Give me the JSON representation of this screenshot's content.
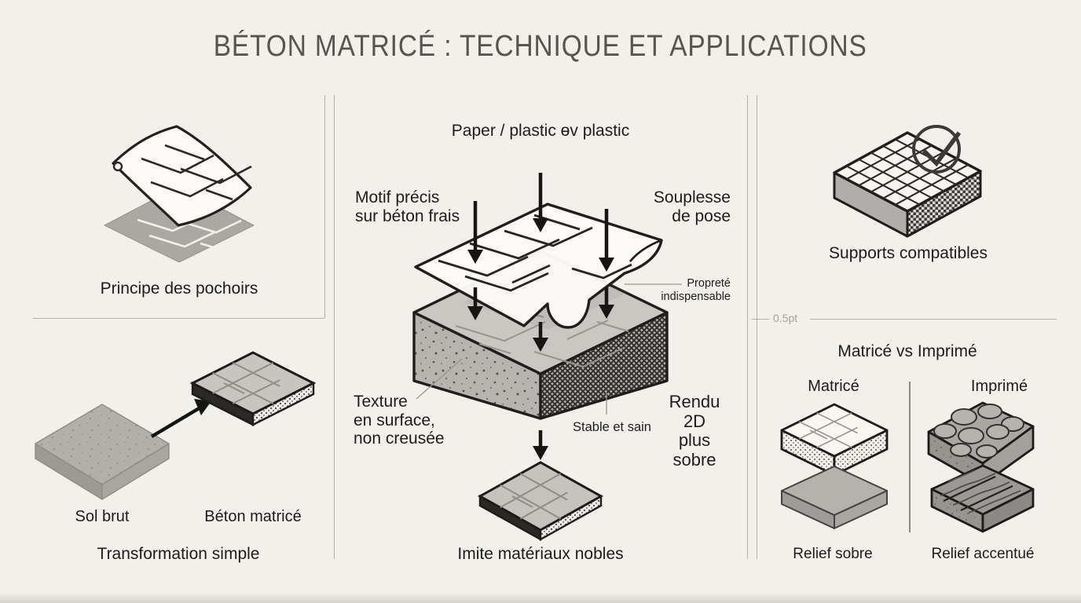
{
  "title": "BÉTON MATRICÉ : TECHNIQUE ET APPLICATIONS",
  "colors": {
    "background": "#f2f0ea",
    "ink": "#1d1c1a",
    "title_gray": "#57554f",
    "divider_gray": "#b3b0a8",
    "muted_label_gray": "#a5a29a",
    "illustration_outline": "#1f1e1c",
    "slab_gray": "#b5b3ae",
    "paper_white": "#fbfaf6"
  },
  "left_column": {
    "stencil_caption": "Principe des pochoirs",
    "before_label": "Sol brut",
    "after_label": "Béton matricé",
    "caption": "Transformation simple"
  },
  "middle_column": {
    "heading": "Paper / plastic ɵv plastic",
    "labels": {
      "motif": "Motif précis\nsur béton frais",
      "souplesse": "Souplesse\nde pose",
      "proprete": "Propreté\nindispensable",
      "texture": "Texture\nen surface,\nnon creusée",
      "stable": "Stable et sain",
      "rendu": "Rendu 2D\nplus sobre"
    },
    "caption": "Imite matériaux nobles"
  },
  "right_column": {
    "supports_caption": "Supports compatibles",
    "divider_label": "0.5pt",
    "vs_heading": "Matricé vs Imprimé",
    "left_header": "Matricé",
    "right_header": "Imprimé",
    "left_caption": "Relief sobre",
    "right_caption": "Relief accentué"
  }
}
